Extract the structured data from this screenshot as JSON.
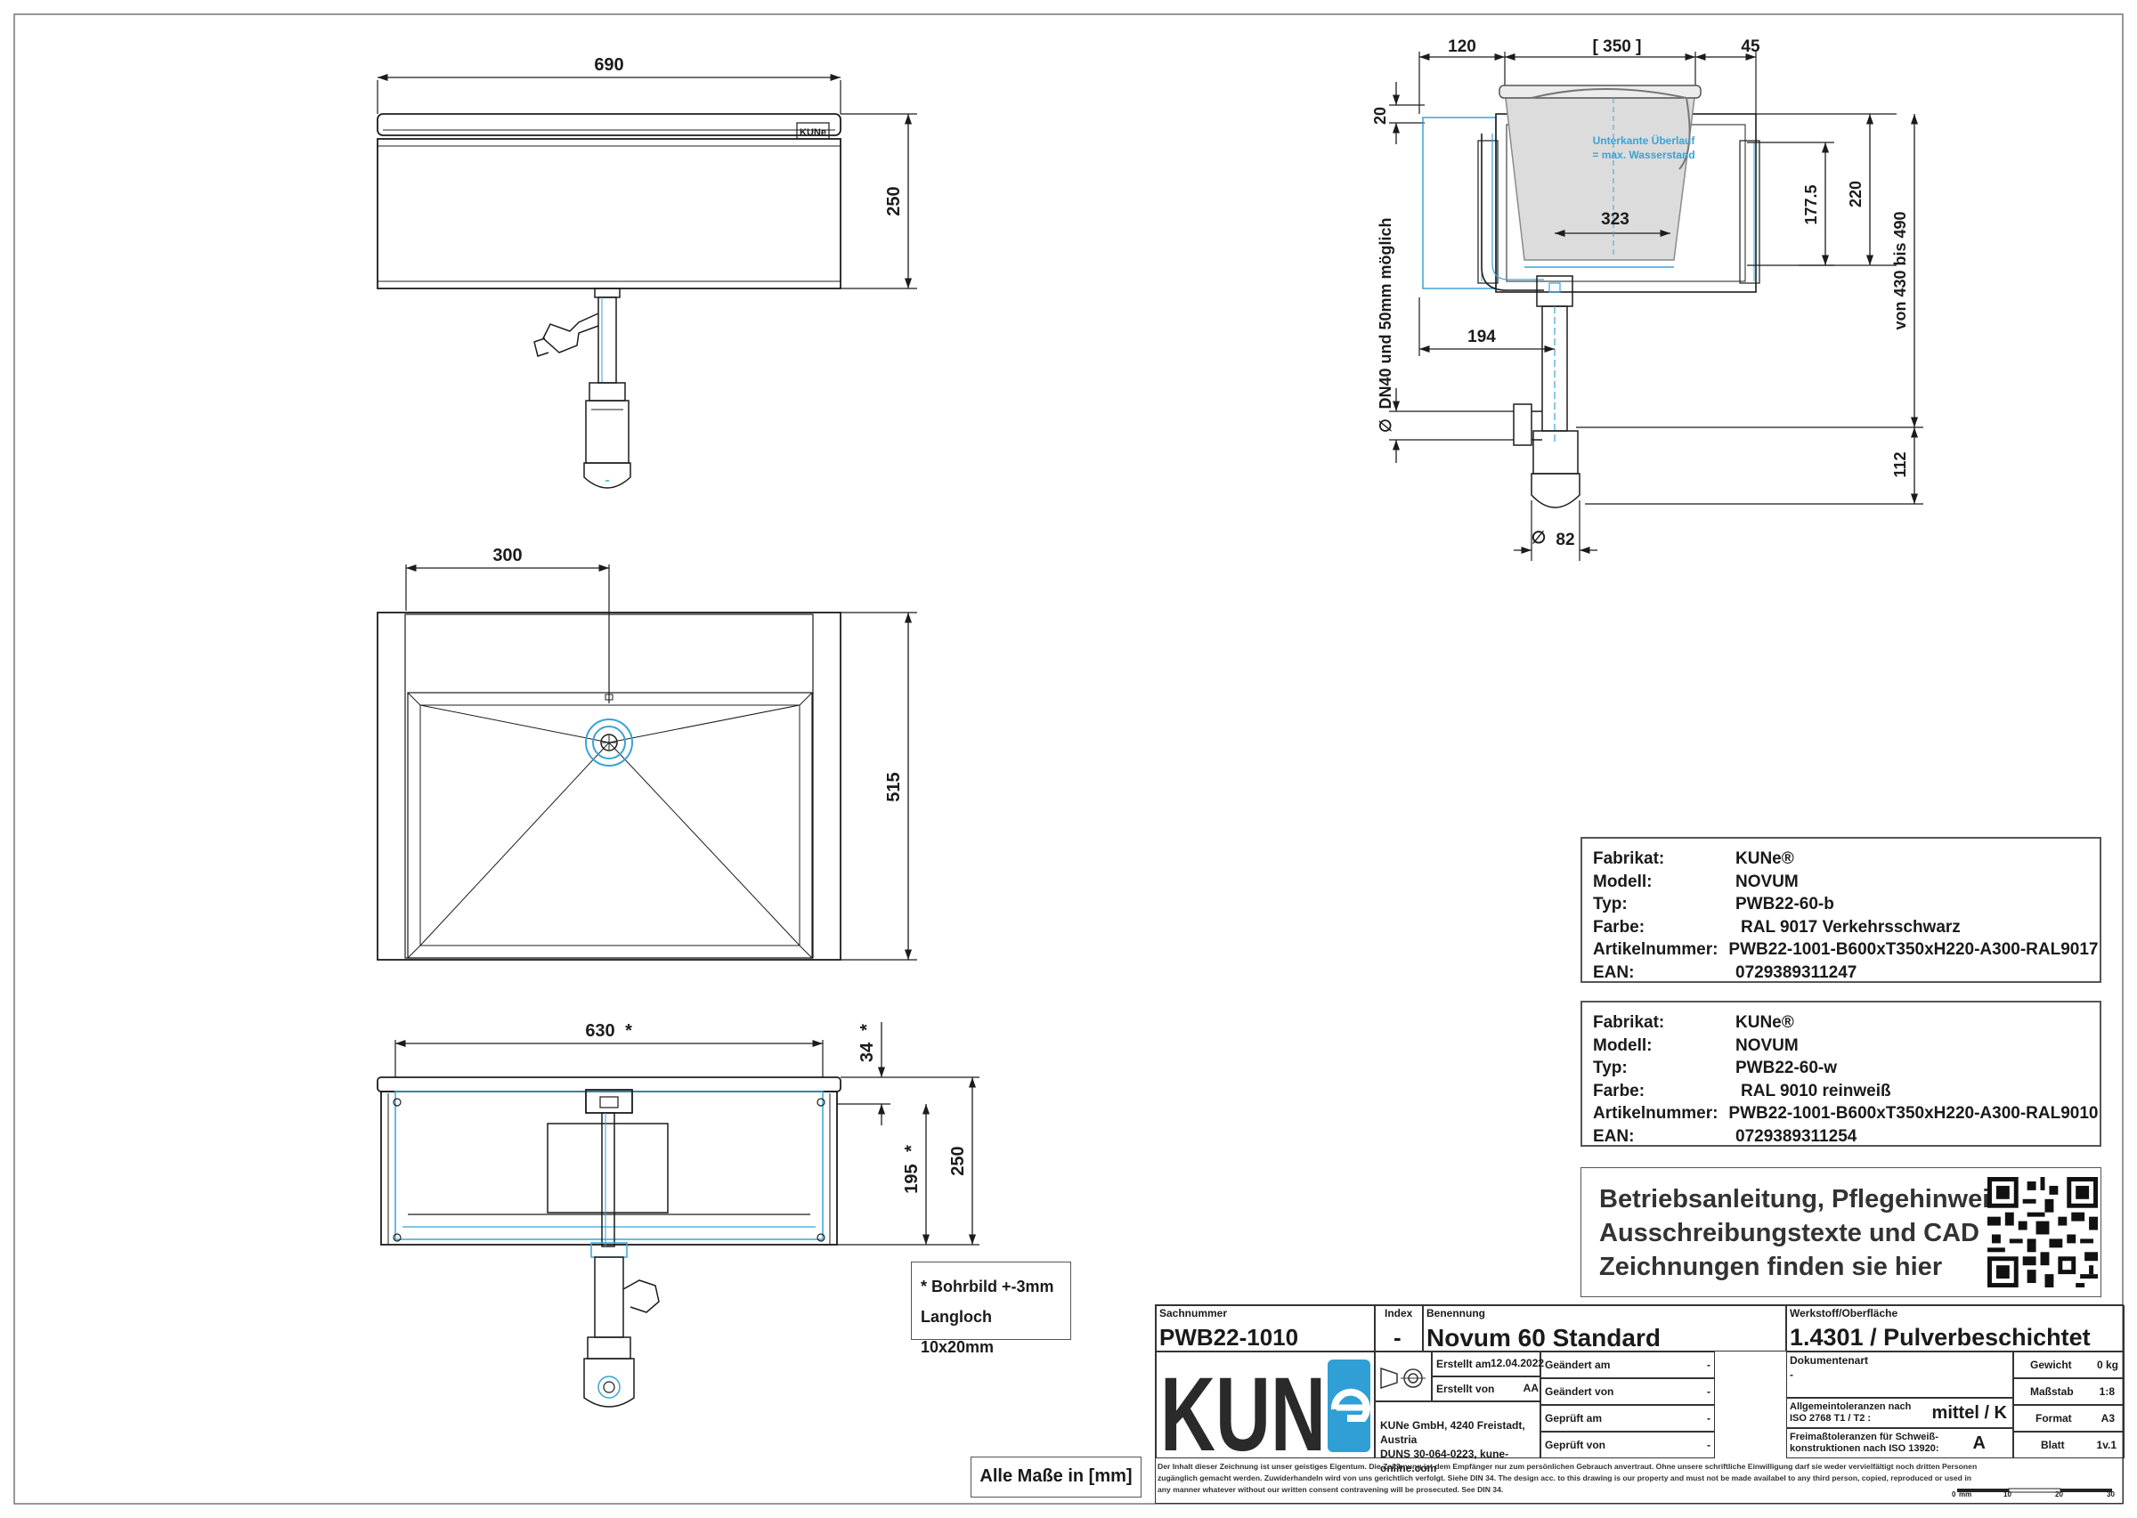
{
  "views": {
    "front": {
      "width": "690",
      "height": "250",
      "logo": "KUNe"
    },
    "top": {
      "offset": "300",
      "depth": "515"
    },
    "rear": {
      "width": "630",
      "star": "*",
      "offset_top": "34",
      "hole_height": "195",
      "height": "250"
    },
    "section": {
      "left": "120",
      "bowl": "[ 350 ]",
      "right": "45",
      "rim": "20",
      "overflow_label_1": "Unterkante Überlauf",
      "overflow_label_2": "= max. Wasserstand",
      "inner_width": "323",
      "level": "177.5",
      "depth": "220",
      "install": "von 430 bis 490",
      "drain_offset": "194",
      "dn_note": "DN40 und 50mm möglich",
      "dia_symbol": "∅",
      "trap": "112",
      "trap_dia": "82"
    }
  },
  "notes": {
    "bore": "* Bohrbild +-3mm",
    "slot": "Langloch 10x20mm",
    "units": "Alle Maße in [mm]"
  },
  "spec_b": [
    {
      "k": "Fabrikat:",
      "v": "KUNe®",
      "off": 0
    },
    {
      "k": "Modell:",
      "v": "NOVUM",
      "off": 0
    },
    {
      "k": "Typ:",
      "v": "PWB22-60-b",
      "off": 0
    },
    {
      "k": "Farbe:",
      "v": "RAL 9017 Verkehrsschwarz",
      "off": 2
    },
    {
      "k": "Artikelnummer:",
      "v": "PWB22-1001-B600xT350xH220-A300-RAL9017",
      "off": 4
    },
    {
      "k": "EAN:",
      "v": "0729389311247",
      "off": 0
    }
  ],
  "spec_w": [
    {
      "k": "Fabrikat:",
      "v": "KUNe®",
      "off": 0
    },
    {
      "k": "Modell:",
      "v": "NOVUM",
      "off": 0
    },
    {
      "k": "Typ:",
      "v": "PWB22-60-w",
      "off": 0
    },
    {
      "k": "Farbe:",
      "v": "RAL 9010 reinweiß",
      "off": 2
    },
    {
      "k": "Artikelnummer:",
      "v": "PWB22-1001-B600xT350xH220-A300-RAL9010",
      "off": 4
    },
    {
      "k": "EAN:",
      "v": "0729389311254",
      "off": 0
    }
  ],
  "docs": {
    "line1": "Betriebsanleitung, Pflegehinweise,",
    "line2": "Ausschreibungstexte und CAD",
    "line3": "Zeichnungen finden sie hier",
    "qr": "qr-code"
  },
  "title_block": {
    "sachnummer_label": "Sachnummer",
    "sachnummer": "PWB22-1010",
    "index_label": "Index",
    "index": "-",
    "benennung_label": "Benennung",
    "benennung": "Novum 60 Standard",
    "werkstoff_label": "Werkstoff/Oberfläche",
    "werkstoff": "1.4301 / Pulverbeschichtet",
    "logo": "KUNe",
    "erstellt_am_label": "Erstellt am",
    "erstellt_am": "12.04.2022",
    "erstellt_von_label": "Erstellt von",
    "erstellt_von": "AA",
    "geaendert_am_label": "Geändert am",
    "geaendert_am": "-",
    "geaendert_von_label": "Geändert von",
    "geaendert_von": "-",
    "geprueft_am_label": "Geprüft am",
    "geprueft_am": "-",
    "geprueft_von_label": "Geprüft von",
    "geprueft_von": "-",
    "company": "KUNe GmbH, 4240 Freistadt, Austria",
    "duns": "DUNS 30-064-0223, kune-online.com",
    "dokumentenart_label": "Dokumentenart",
    "dokumentenart": "-",
    "tol_label_1": "Allgemeintoleranzen nach",
    "tol_label_2": "ISO 2768  T1 / T2 :",
    "tol": "mittel / K",
    "weld_label_1": "Freimaßtoleranzen für Schweiß-",
    "weld_label_2": "konstruktionen nach ISO 13920:",
    "weld": "A",
    "gewicht_label": "Gewicht",
    "gewicht": "0 kg",
    "massstab_label": "Maßstab",
    "massstab": "1:8",
    "format_label": "Format",
    "format": "A3",
    "blatt_label": "Blatt",
    "blatt": "1v.1",
    "disclaimer_1": "Der Inhalt dieser Zeichnung ist unser geistiges Eigentum. Die Zeichnung ist dem Empfänger nur zum persönlichen Gebrauch anvertraut. Ohne unsere schriftliche Einwilligung darf sie weder vervielfältigt noch dritten Personen",
    "disclaimer_2": "zugänglich gemacht werden. Zuwiderhandeln wird von uns gerichtlich verfolgt. Siehe DIN 34. The design acc. to this drawing is our property and must not be made availabel to any third person, copied, reproduced or used in",
    "disclaimer_3": "any manner whatever without our written consent contravening will be prosecuted. See DIN 34.",
    "scale_0": "0",
    "scale_unit": "mm",
    "scale_10": "10",
    "scale_20": "20",
    "scale_30": "30"
  },
  "colors": {
    "line": "#1c1c1c",
    "blue": "#3aa3d6",
    "frame": "#666666",
    "bowl": "#c8c8c8"
  }
}
